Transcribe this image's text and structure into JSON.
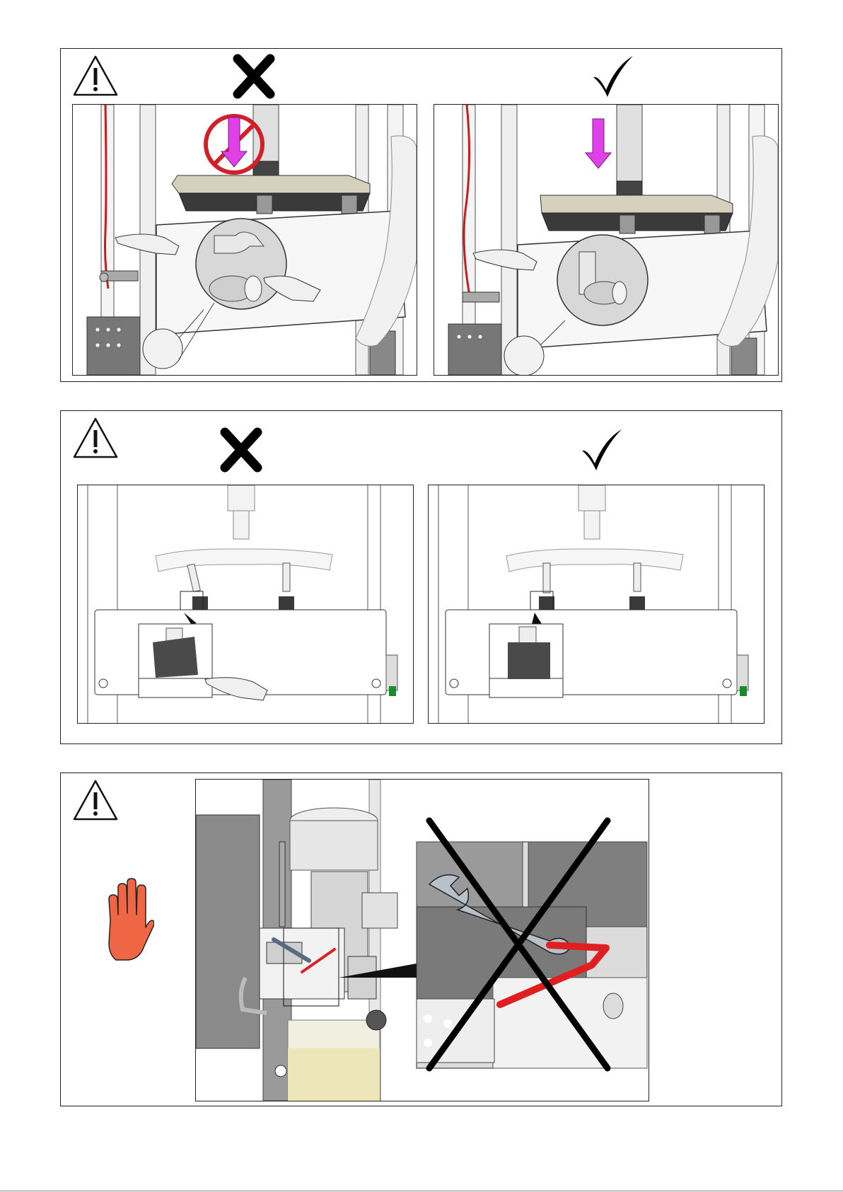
{
  "page": {
    "background": "#ffffff"
  },
  "icons": {
    "warning": "warning-triangle-icon",
    "wrong": "cross-mark-icon",
    "right": "check-mark-icon",
    "stop": "stop-hand-icon",
    "prohibited": "prohibited-sign-icon",
    "pointing_hand": "pointing-hand-icon"
  },
  "colors": {
    "arrow": "#e040e8",
    "prohibit_red": "#d0202a",
    "stop_hand": "#ee6644",
    "cable_red": "#c41e1e",
    "wrench_red": "#e02020",
    "frame": "#222222"
  },
  "panels": [
    {
      "id": "panel-1",
      "topic": "press-descent-lock",
      "wrong_label": "",
      "right_label": ""
    },
    {
      "id": "panel-2",
      "topic": "valve-lever-position",
      "wrong_label": "",
      "right_label": ""
    },
    {
      "id": "panel-3",
      "topic": "valve-adjustment-prohibited",
      "note": ""
    }
  ]
}
